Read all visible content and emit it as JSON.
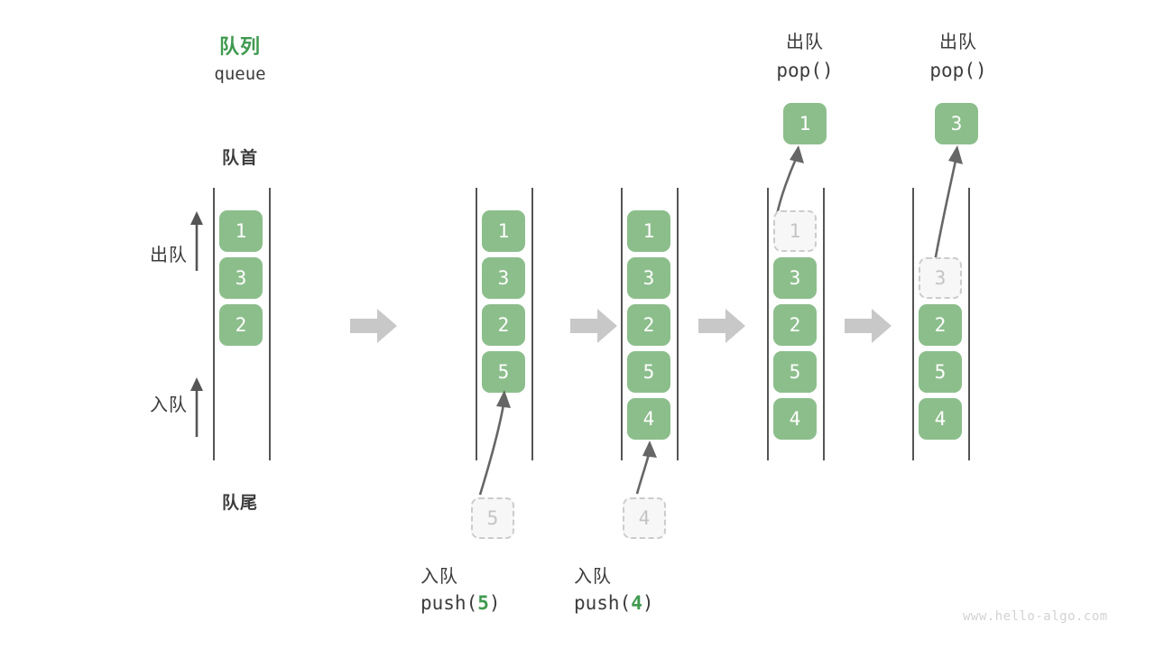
{
  "figure": {
    "title_cn": "队列",
    "title_en": "queue",
    "front_label": "队首",
    "rear_label": "队尾",
    "dequeue_label": "出队",
    "enqueue_label": "入队",
    "watermark": "www.hello-algo.com"
  },
  "colors": {
    "cell_green": "#8cbe8c",
    "accent_green": "#3f9a4f",
    "text_dark": "#3c3c3c",
    "rail_gray": "#555555",
    "arrow_gray": "#666666",
    "block_arrow_gray": "#c8c8c8",
    "ghost_fill": "#f7f7f7",
    "ghost_border": "#cccccc",
    "ghost_text": "#c4c4c4",
    "watermark_gray": "#d2d2d2"
  },
  "stages": [
    {
      "id": "initial",
      "caption_cn": "",
      "caption_code": "",
      "cells": [
        {
          "value": "1",
          "state": "filled"
        },
        {
          "value": "3",
          "state": "filled"
        },
        {
          "value": "2",
          "state": "filled"
        }
      ],
      "side_labels": {
        "top": "队首",
        "bottom": "队尾"
      },
      "side_ops": [
        {
          "label": "出队"
        },
        {
          "label": "入队"
        }
      ]
    },
    {
      "id": "push-5",
      "caption_cn": "入队",
      "caption_code_prefix": "push(",
      "caption_code_arg": "5",
      "caption_code_suffix": ")",
      "incoming_value": "5",
      "cells": [
        {
          "value": "1",
          "state": "filled"
        },
        {
          "value": "3",
          "state": "filled"
        },
        {
          "value": "2",
          "state": "filled"
        },
        {
          "value": "5",
          "state": "filled"
        }
      ]
    },
    {
      "id": "push-4",
      "caption_cn": "入队",
      "caption_code_prefix": "push(",
      "caption_code_arg": "4",
      "caption_code_suffix": ")",
      "incoming_value": "4",
      "cells": [
        {
          "value": "1",
          "state": "filled"
        },
        {
          "value": "3",
          "state": "filled"
        },
        {
          "value": "2",
          "state": "filled"
        },
        {
          "value": "5",
          "state": "filled"
        },
        {
          "value": "4",
          "state": "filled"
        }
      ]
    },
    {
      "id": "pop-1",
      "header_cn": "出队",
      "header_code": "pop()",
      "popped_value": "1",
      "cells": [
        {
          "value": "1",
          "state": "ghost"
        },
        {
          "value": "3",
          "state": "filled"
        },
        {
          "value": "2",
          "state": "filled"
        },
        {
          "value": "5",
          "state": "filled"
        },
        {
          "value": "4",
          "state": "filled"
        }
      ]
    },
    {
      "id": "pop-3",
      "header_cn": "出队",
      "header_code": "pop()",
      "popped_value": "3",
      "cells": [
        {
          "value": "",
          "state": "empty"
        },
        {
          "value": "3",
          "state": "ghost"
        },
        {
          "value": "2",
          "state": "filled"
        },
        {
          "value": "5",
          "state": "filled"
        },
        {
          "value": "4",
          "state": "filled"
        }
      ]
    }
  ]
}
